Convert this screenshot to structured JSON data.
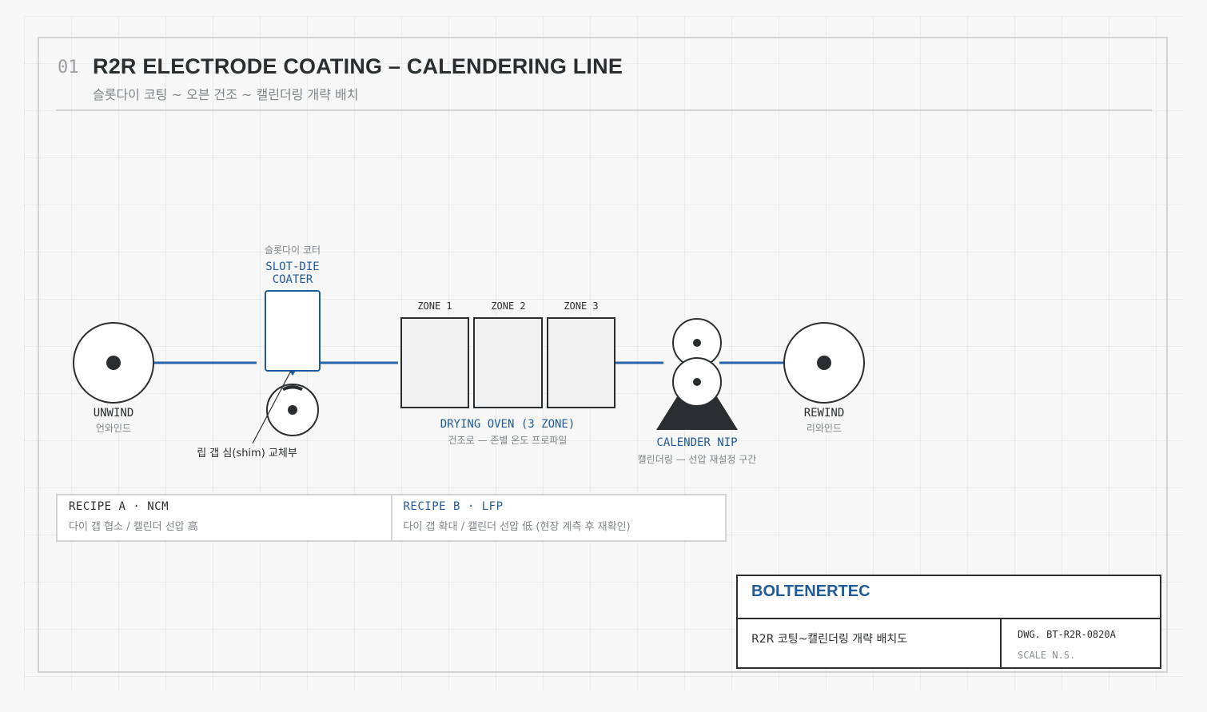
{
  "header": {
    "number": "01",
    "title": "R2R ELECTRODE COATING – CALENDERING LINE",
    "subtitle": "슬롯다이 코팅 ~ 오븐 건조 ~ 캘린더링 개략 배치"
  },
  "unwind": {
    "label": "UNWIND",
    "sublabel": "언와인드"
  },
  "coater": {
    "sublabel": "슬롯다이 코터",
    "label_line1": "SLOT-DIE",
    "label_line2": "COATER",
    "callout": "립 갭 심(shim) 교체부"
  },
  "oven": {
    "zones": [
      "ZONE 1",
      "ZONE 2",
      "ZONE 3"
    ],
    "label": "DRYING OVEN (3 ZONE)",
    "sublabel": "건조로 — 존별 온도 프로파일"
  },
  "calender": {
    "label": "CALENDER NIP",
    "sublabel": "캘린더링 — 선압 재설정 구간"
  },
  "rewind": {
    "label": "REWIND",
    "sublabel": "리와인드"
  },
  "recipes": [
    {
      "title": "RECIPE A · NCM",
      "desc": "다이 갭 협소 / 캘린더 선압 高"
    },
    {
      "title": "RECIPE B · LFP",
      "desc": "다이 갭 확대 / 캘린더 선압 低 (현장 계측 후 재확인)"
    }
  ],
  "title_block": {
    "company": "BOLTENERTEC",
    "description": "R2R 코팅~캘린더링 개략 배치도",
    "drawing_no": "DWG. BT-R2R-0820A",
    "scale": "SCALE N.S."
  },
  "colors": {
    "accent": "#1f5a99",
    "ink": "#2b2e31",
    "muted": "#7f8489",
    "oven_fill": "#eff0ef",
    "web_line": "#2a64a8"
  }
}
